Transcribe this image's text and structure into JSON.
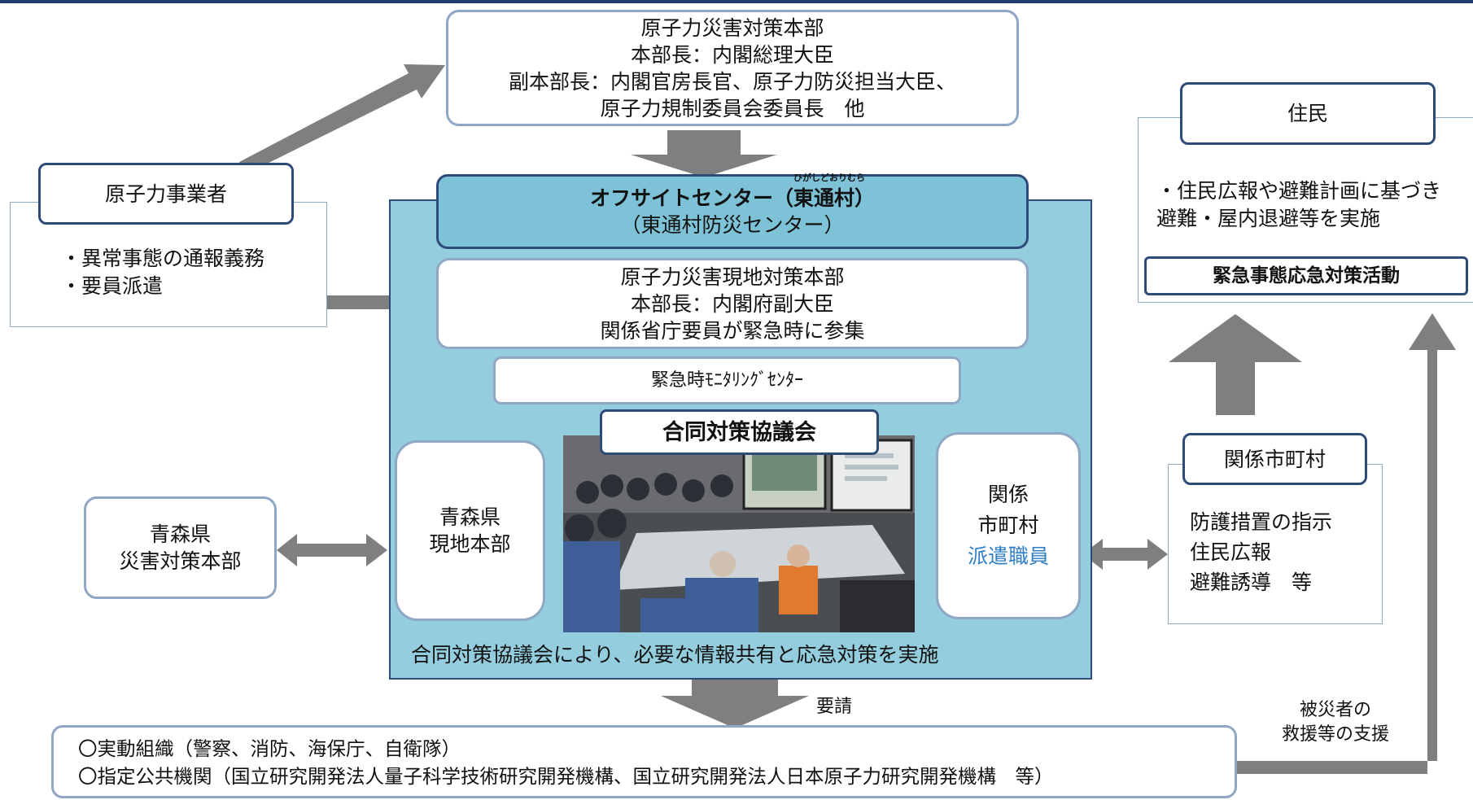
{
  "hq": {
    "lines": [
      "原子力災害対策本部",
      "本部長：内閣総理大臣",
      "副本部長：内閣官房長官、原子力防災担当大臣、",
      "原子力規制委員会委員長　他"
    ]
  },
  "operator": {
    "title": "原子力事業者",
    "items": [
      "・異常事態の通報義務",
      "・要員派遣"
    ]
  },
  "offsite": {
    "title_prefix": "オフサイトセンター（",
    "title_village": "東通村",
    "title_suffix": "）",
    "ruby": "ひがしどおりむら",
    "subtitle": "（東通村防災センター）"
  },
  "local_hq": {
    "lines": [
      "原子力災害現地対策本部",
      "本部長：内閣府副大臣",
      "関係省庁要員が緊急時に参集"
    ]
  },
  "monitoring": {
    "label": "緊急時ﾓﾆﾀﾘﾝｸﾞｾﾝﾀｰ"
  },
  "joint_council": {
    "title": "合同対策協議会"
  },
  "aomori_local": {
    "lines": [
      "青森県",
      "現地本部"
    ]
  },
  "muni_staff": {
    "line1": "関係",
    "line2": "市町村",
    "line3": "派遣職員"
  },
  "offsite_caption": "合同対策協議会により、必要な情報共有と応急対策を実施",
  "aomori_hq": {
    "lines": [
      "青森県",
      "災害対策本部"
    ]
  },
  "residents": {
    "title": "住民",
    "items": [
      "・住民広報や避難計画に基づき",
      "避難・屋内退避等を実施"
    ],
    "activity": "緊急事態応急対策活動"
  },
  "municipalities": {
    "title": "関係市町村",
    "items": [
      "防護措置の指示",
      "住民広報",
      "避難誘導　等"
    ]
  },
  "request_label": "要請",
  "support_label": [
    "被災者の",
    "救援等の支援"
  ],
  "bottom": {
    "lines": [
      "〇実動組織（警察、消防、海保庁、自衛隊）",
      "〇指定公共機関（国立研究開発法人量子科学技術研究開発機構、国立研究開発法人日本原子力研究開発機構　等）"
    ]
  },
  "colors": {
    "offsite_bg": "#94cede",
    "offsite_header": "#7ec2d8",
    "dark_border": "#2d4a78",
    "light_border": "#8fa6c4",
    "arrow": "#7f7f7f",
    "blue_text": "#2e7ec8"
  },
  "icons": {
    "photo": "meeting-photo"
  }
}
